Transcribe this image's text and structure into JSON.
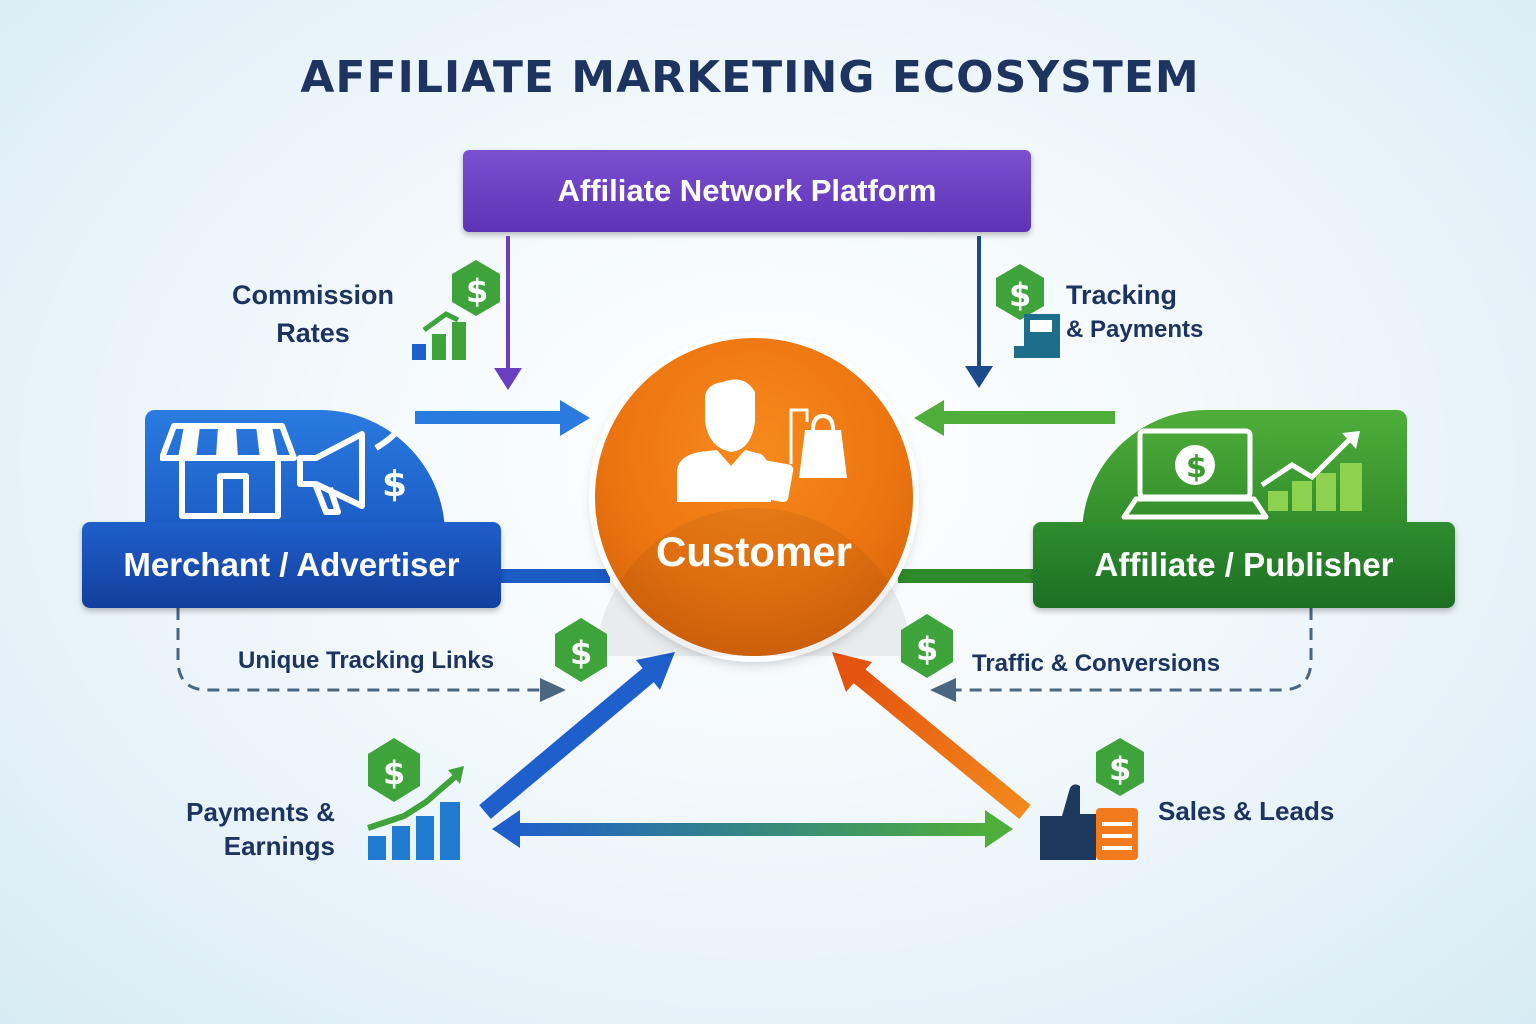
{
  "title": "AFFILIATE MARKETING ECOSYSTEM",
  "network": {
    "label": "Affiliate Network Platform"
  },
  "customer": {
    "label": "Customer"
  },
  "merchant": {
    "label": "Merchant / Advertiser"
  },
  "affiliate": {
    "label": "Affiliate / Publisher"
  },
  "flows": {
    "commission_line1": "Commission",
    "commission_line2": "Rates",
    "tracking_line1": "Tracking",
    "tracking_line2": "& Payments",
    "unique_links": "Unique Tracking Links",
    "traffic": "Traffic & Conversions",
    "payments_line1": "Payments &",
    "payments_line2": "Earnings",
    "sales": "Sales & Leads"
  },
  "icons": {
    "dollar_badge": "dollar-badge-icon",
    "bar_chart": "growth-chart-icon",
    "storefront": "storefront-icon",
    "megaphone": "megaphone-icon",
    "laptop": "laptop-dollar-icon",
    "shopper": "shopper-icon",
    "thumbs_up": "thumbs-up-icon",
    "register": "cash-register-icon"
  },
  "colors": {
    "network": "#5e33b5",
    "merchant": "#1a5bc4",
    "affiliate": "#2f8a2a",
    "customer": "#ec7410",
    "badge": "#3da33a",
    "title": "#1d3461"
  }
}
